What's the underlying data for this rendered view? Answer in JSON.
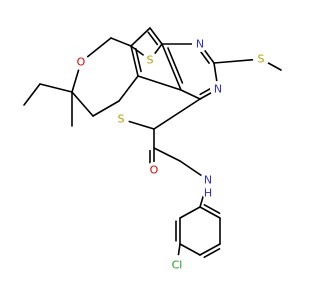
{
  "molecule": {
    "atoms": [
      {
        "name": "thiophene-sulfur",
        "label": "S",
        "color": "#b5a200"
      },
      {
        "name": "ring-nitrogen-top",
        "label": "N",
        "color": "#2f2fd6"
      },
      {
        "name": "methylthio-sulfur",
        "label": "S",
        "color": "#b5a200"
      },
      {
        "name": "ring-nitrogen-bottom",
        "label": "N",
        "color": "#2f2fd6"
      },
      {
        "name": "pyran-oxygen",
        "label": "O",
        "color": "#e00000"
      },
      {
        "name": "thioether-sulfur",
        "label": "S",
        "color": "#b5a200"
      },
      {
        "name": "carbonyl-oxygen",
        "label": "O",
        "color": "#e00000"
      },
      {
        "name": "amide-nitrogen",
        "label": "N",
        "color": "#2f2fd6"
      },
      {
        "name": "amide-hydrogen",
        "label": "H",
        "color": "#2f2fd6"
      },
      {
        "name": "chlorine",
        "label": "Cl",
        "color": "#1f9e1f"
      }
    ],
    "bond_color": "#000000",
    "background": "#ffffff"
  }
}
